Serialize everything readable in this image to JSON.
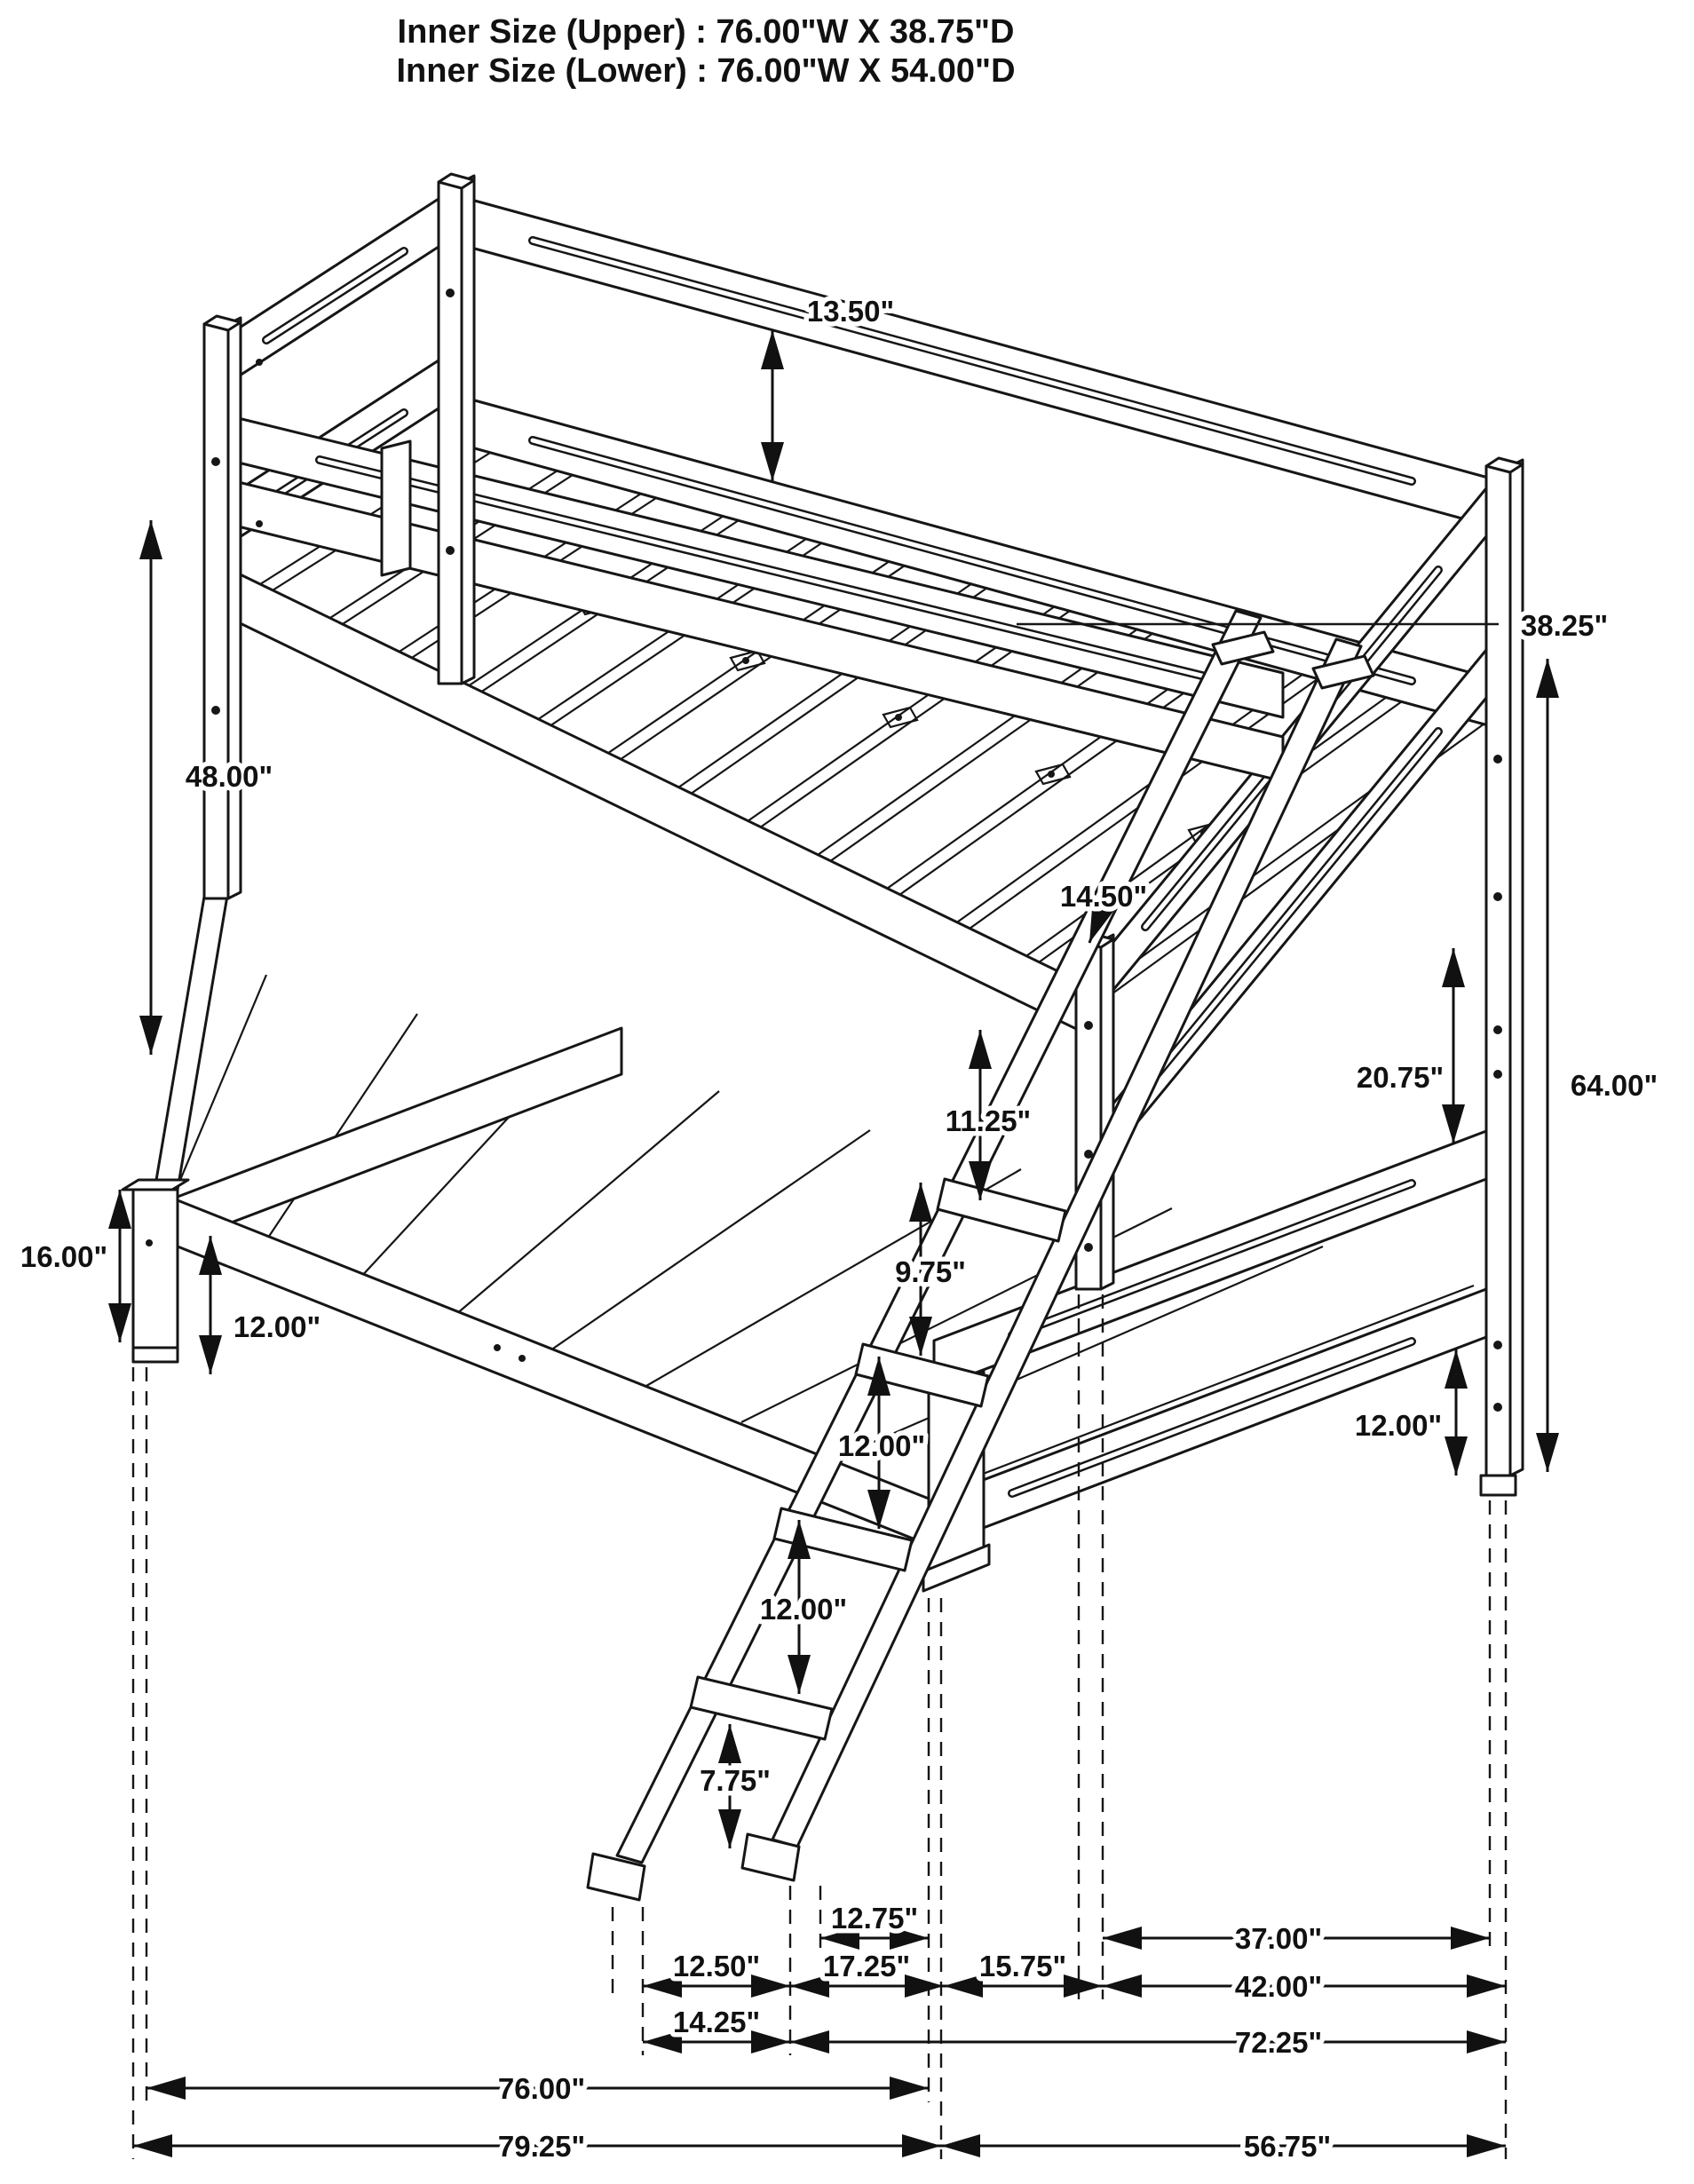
{
  "title": {
    "line1": "Inner Size (Upper) : 76.00\"W X 38.75\"D",
    "line2": "Inner Size (Lower) : 76.00\"W X 54.00\"D"
  },
  "figure": {
    "subject": "twin-over-full bunk bed with angled ladder, isometric line drawing",
    "line_color": "#161616",
    "background_color": "#ffffff"
  },
  "dims": {
    "d13_50": "13.50\"",
    "d38_25": "38.25\"",
    "d48_00": "48.00\"",
    "d14_50": "14.50\"",
    "d20_75": "20.75\"",
    "d64_00": "64.00\"",
    "d16_00": "16.00\"",
    "d12_00_left": "12.00\"",
    "d11_25": "11.25\"",
    "d9_75": "9.75\"",
    "d12_00_ladder_upper": "12.00\"",
    "d12_00_ladder_lower": "12.00\"",
    "d7_75": "7.75\"",
    "d12_00_right": "12.00\"",
    "d12_75": "12.75\"",
    "d37_00": "37.00\"",
    "d12_50": "12.50\"",
    "d17_25": "17.25\"",
    "d15_75": "15.75\"",
    "d42_00": "42.00\"",
    "d14_25": "14.25\"",
    "d72_25": "72.25\"",
    "d76_00": "76.00\"",
    "d79_25": "79.25\"",
    "d56_75": "56.75\""
  }
}
